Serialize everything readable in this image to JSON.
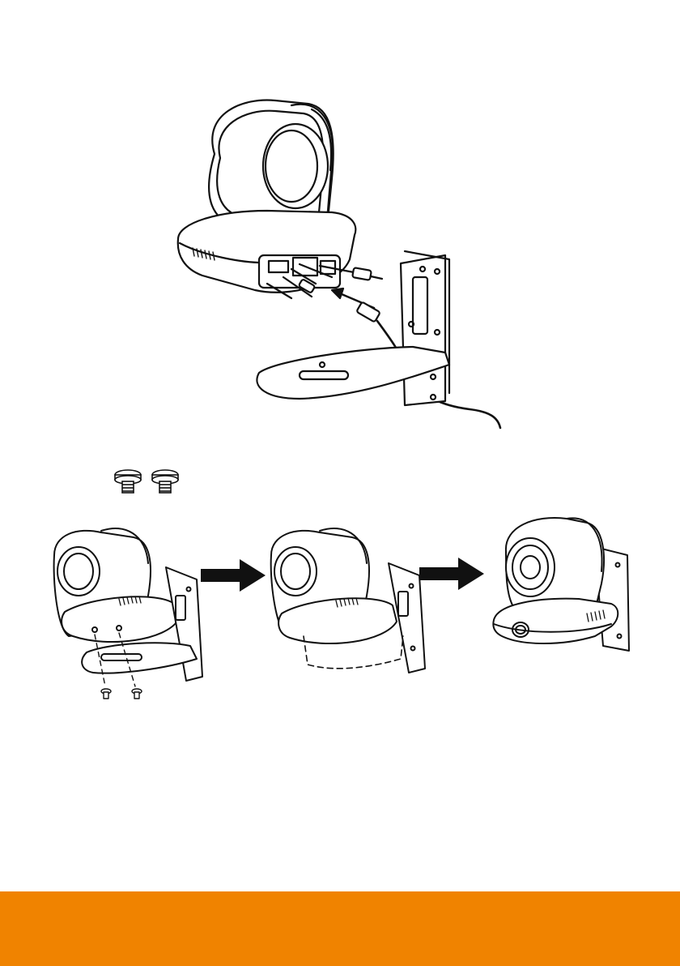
{
  "illustrations": {
    "top_figure": "camera-connected-to-wall-bracket",
    "screws_figure": "thumb-screws",
    "step1_figure": "camera-screws-into-bracket",
    "step2_figure": "camera-placed-on-bracket",
    "step3_figure": "camera-mounted-on-wall"
  },
  "icons": [
    "arrow-right-icon",
    "arrow-right-icon"
  ],
  "colors": {
    "footer": "#F08300",
    "line": "#111111"
  }
}
